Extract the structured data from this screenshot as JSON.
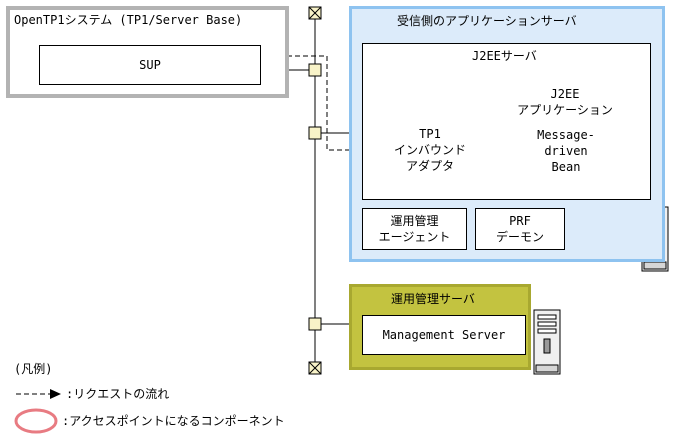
{
  "nodes": {
    "opentp1_system": "OpenTP1システム (TP1/Server Base)",
    "sup": "SUP",
    "receiver_server": "受信側のアプリケーションサーバ",
    "j2ee_server": "J2EEサーバ",
    "j2ee_application": "J2EE\nアプリケーション",
    "message_driven_bean": "Message-\ndriven\nBean",
    "tp1_inbound_adapter": "TP1\nインバウンド\nアダプタ",
    "operation_agent": "運用管理\nエージェント",
    "prf_daemon": "PRF\nデーモン",
    "management_server_group": "運用管理サーバ",
    "management_server": "Management Server"
  },
  "legend": {
    "title": "(凡例)",
    "request_flow": ":リクエストの流れ",
    "access_point": ":アクセスポイントになるコンポーネント"
  },
  "colors": {
    "outer_gray": "#b3b3b3",
    "app_server_fill": "#dcebfa",
    "app_server_border": "#8ec3f0",
    "j2ee_app_fill": "#f5d3c1",
    "j2ee_app_side": "#e7b89f",
    "access_point_ring": "#e87b82",
    "mgmt_header_fill": "#c3c340",
    "mgmt_border": "#a8a830",
    "node_fill": "#f8f3c8"
  }
}
